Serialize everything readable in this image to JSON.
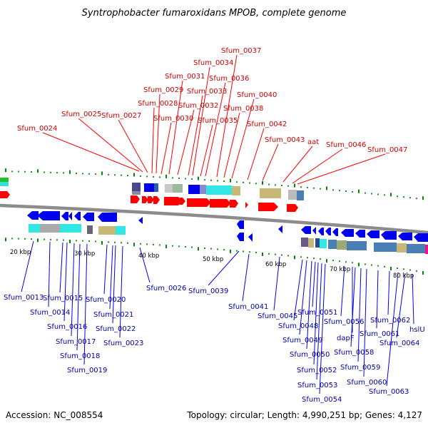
{
  "title": "Syntrophobacter fumaroxidans MPOB, complete genome",
  "footer": {
    "accession": "Accession: NC_008554",
    "topology": "Topology: circular; Length: 4,990,251 bp; Genes: 4,127"
  },
  "kbp_labels": [
    "20 kbp",
    "30 kbp",
    "40 kbp",
    "50 kbp",
    "60 kbp",
    "70 kbp",
    "80 kbp"
  ],
  "top_labels": [
    "Sfum_0024",
    "Sfum_0025",
    "Sfum_0027",
    "Sfum_0028",
    "Sfum_0029",
    "Sfum_0030",
    "Sfum_0031",
    "Sfum_0032",
    "Sfum_0033",
    "Sfum_0034",
    "Sfum_0035",
    "Sfum_0036",
    "Sfum_0037",
    "Sfum_0038",
    "Sfum_0040",
    "Sfum_0042",
    "Sfum_0043",
    "aat",
    "Sfum_0046",
    "Sfum_0047"
  ],
  "bottom_labels": [
    "Sfum_0013",
    "Sfum_0014",
    "Sfum_0015",
    "Sfum_0016",
    "Sfum_0017",
    "Sfum_0018",
    "Sfum_0019",
    "Sfum_0020",
    "Sfum_0021",
    "Sfum_0022",
    "Sfum_0023",
    "Sfum_0026",
    "Sfum_0039",
    "Sfum_0041",
    "Sfum_0045",
    "Sfum_0048",
    "Sfum_0049",
    "Sfum_0050",
    "Sfum_0051",
    "Sfum_0052",
    "Sfum_0053",
    "Sfum_0054",
    "Sfum_0056",
    "dapF",
    "Sfum_0058",
    "Sfum_0059",
    "Sfum_0060",
    "Sfum_0061",
    "Sfum_0062",
    "hslU",
    "Sfum_0063",
    "Sfum_0064"
  ],
  "colors": {
    "forward": "#ff0000",
    "reverse": "#0000ee",
    "backbone": "#9a9a9a",
    "tick": "#008800",
    "cyan": "#33dddd",
    "steel": "#4a7fb5",
    "khaki": "#c8b878",
    "gray": "#a8a8a8"
  }
}
